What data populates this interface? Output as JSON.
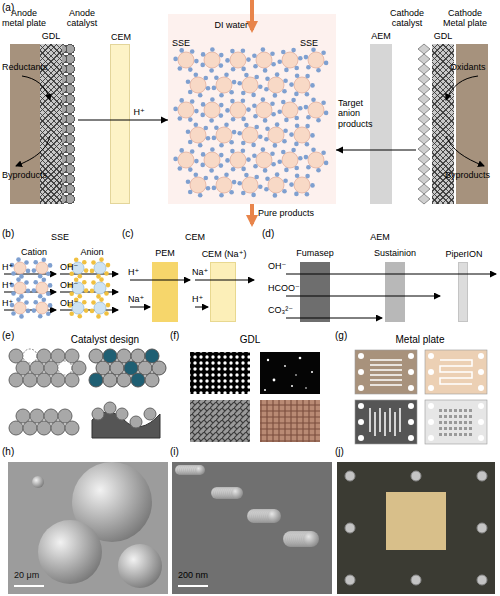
{
  "diagram": {
    "nodes": [
      {
        "text": [
          "Anode metal plate"
        ]
      },
      {
        "text": [
          "GDL"
        ]
      },
      {
        "text": [
          "Anode catalyst"
        ]
      },
      {
        "text": [
          "CEM"
        ]
      },
      {
        "text": [
          "SSE"
        ]
      },
      {
        "text": [
          "AEM"
        ]
      },
      {
        "text": [
          "Cathode catalyst"
        ]
      },
      {
        "text": [
          "GDL"
        ]
      },
      {
        "text": [
          "Cathode Metal plate"
        ]
      },
      {
        "text": [
          "PEM"
        ]
      },
      {
        "text": [
          "CEM (Na⁺)"
        ]
      },
      {
        "text": [
          "Fumasep"
        ]
      },
      {
        "text": [
          "Sustainion"
        ]
      },
      {
        "text": [
          "PiperION"
        ]
      }
    ],
    "edges": [
      {
        "from": 2,
        "to": 4,
        "arrow": "to",
        "label": "H⁺"
      },
      {
        "from": 6,
        "to": 4,
        "arrow": "to"
      }
    ],
    "labels": [
      "(a)",
      "Reductants",
      "Byproducts",
      "SSE",
      "DI water",
      "Target anion products",
      "Pure products",
      "Oxidants",
      "Byproducts",
      "(b)",
      "SSE",
      "Cation",
      "Anion",
      "H⁺",
      "H⁺",
      "H⁺",
      "OH⁻",
      "OH⁻",
      "OH⁻",
      "(c)",
      "CEM",
      "H⁺",
      "Na⁺",
      "Na⁺",
      "H⁺",
      "(d)",
      "AEM",
      "OH⁻",
      "HCOO⁻",
      "CO₃²⁻",
      "(e)",
      "Catalyst design",
      "(f)",
      "GDL",
      "(g)",
      "Metal plate",
      "(h)",
      "20 μm",
      "(i)",
      "200 nm",
      "(j)"
    ]
  }
}
